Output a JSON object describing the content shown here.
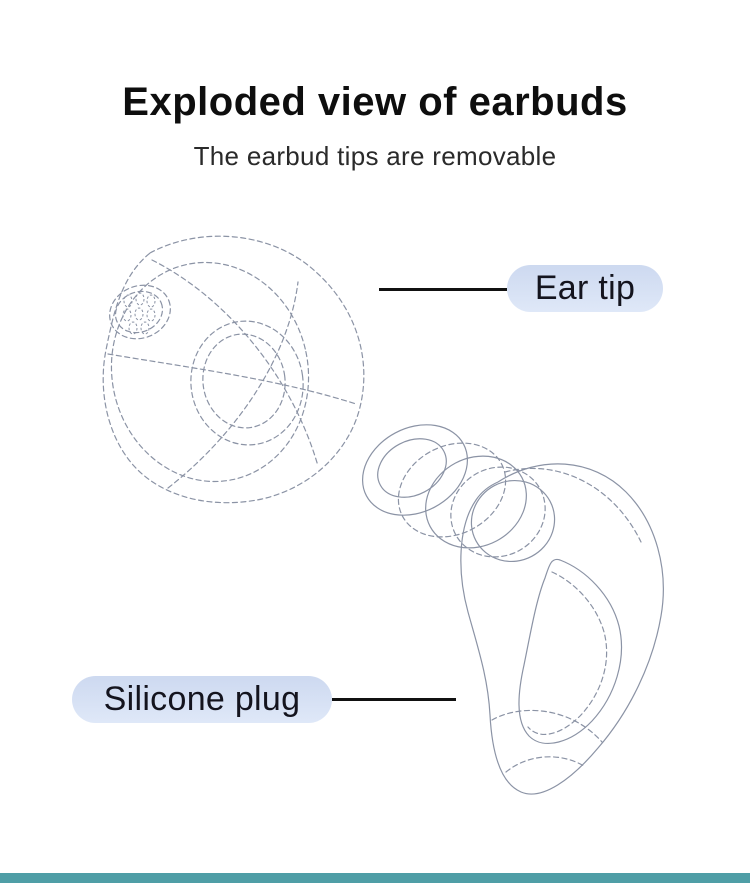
{
  "header": {
    "title": "Exploded view of earbuds",
    "subtitle": "The earbud tips are removable"
  },
  "callouts": {
    "ear_tip": {
      "label": "Ear tip"
    },
    "silicone_plug": {
      "label": "Silicone plug"
    }
  },
  "colors": {
    "label_bg": "#cdd9f0",
    "label_bg_light": "#dfe8f8",
    "label_text": "#14141e",
    "title_text": "#0e0e0e",
    "subtitle_text": "#2a2a2a",
    "callout_line": "#111111",
    "sketch_line": "#8b93a5",
    "accent_bar": "#4f9ea6"
  }
}
